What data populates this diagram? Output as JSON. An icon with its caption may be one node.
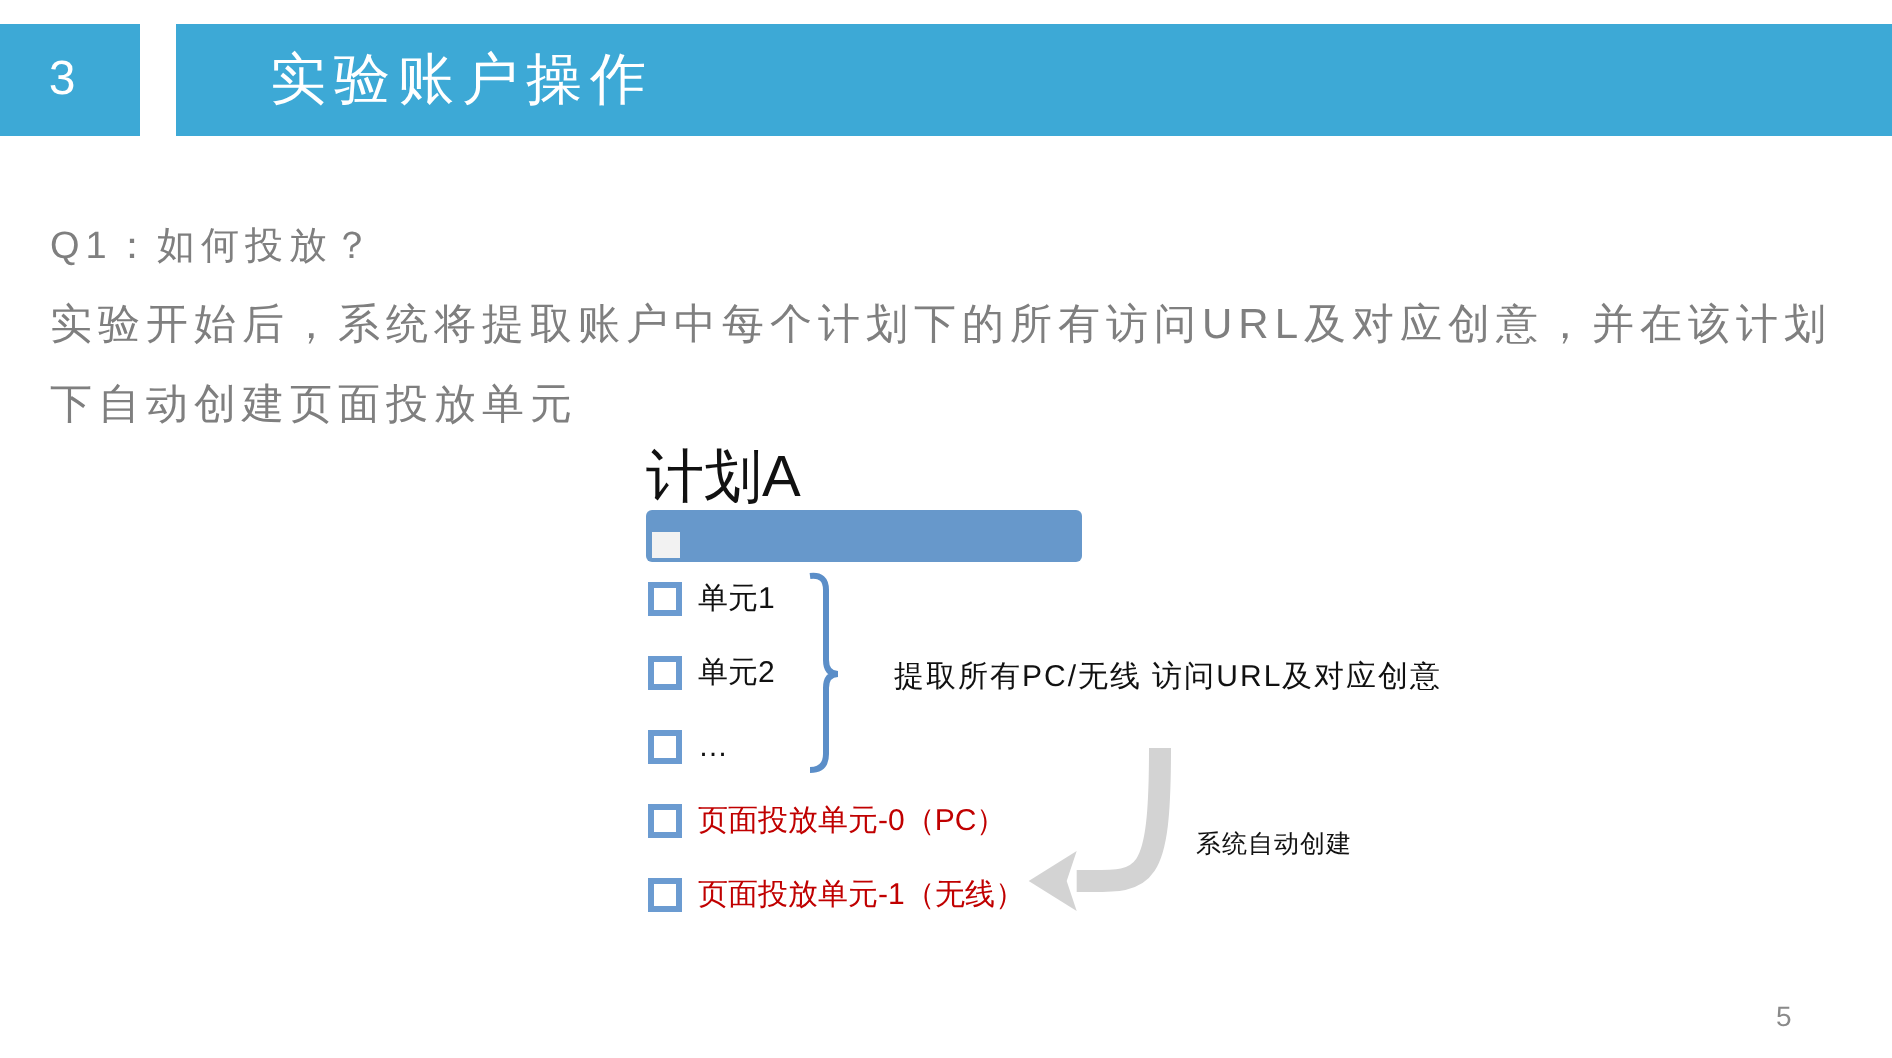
{
  "diagram": {
    "title": "实验账户操作",
    "nodes": [
      {
        "text": [
          "3"
        ]
      },
      {
        "text": [
          "计划A"
        ]
      },
      {
        "text": [
          "页面投放单元-1（无线）"
        ]
      }
    ],
    "edges": [
      {
        "from": null,
        "to": 2,
        "arrow": "to",
        "label": "系统自动创建"
      }
    ],
    "labels": [
      "Q1：如何投放？",
      "实验开始后，系统将提取账户中每个计划下的所有访问URL及对应创意，并在该计划下自动创建页面投放单元",
      "单元1",
      "单元2",
      "提取所有PC/无线 访问URL及对应创意",
      "…",
      "页面投放单元-0（PC）",
      "5"
    ]
  }
}
